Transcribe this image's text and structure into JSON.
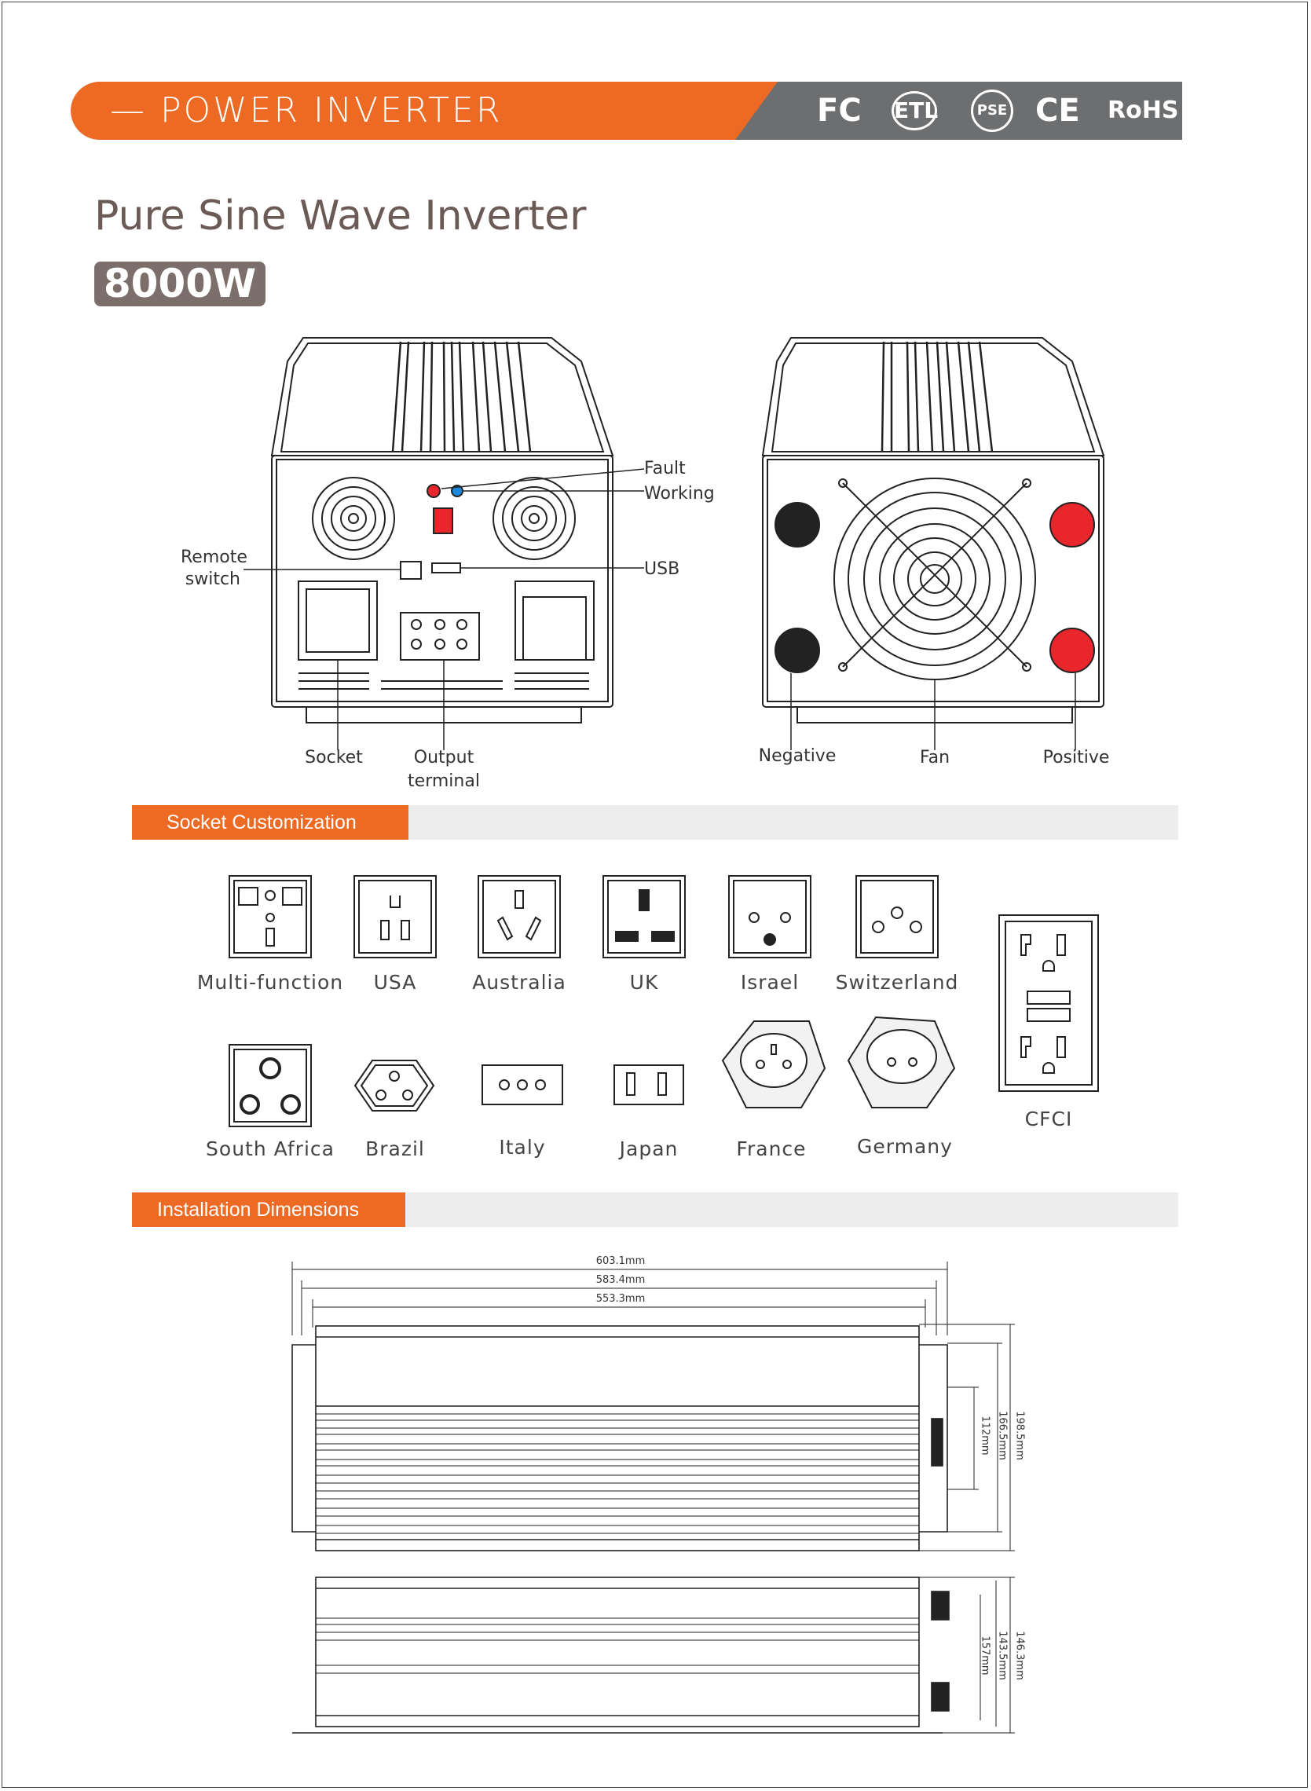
{
  "header": {
    "title": "— POWER INVERTER",
    "certs": [
      "FC",
      "ETL",
      "PSE",
      "CE",
      "RoHS"
    ]
  },
  "product": {
    "name": "Pure Sine Wave Inverter",
    "wattage": "8000W"
  },
  "front_labels": {
    "fault": "Fault",
    "working": "Working",
    "remote": "Remote",
    "switch": "switch",
    "usb": "USB",
    "socket": "Socket",
    "output": "Output",
    "terminal": "terminal"
  },
  "rear_labels": {
    "negative": "Negative",
    "fan": "Fan",
    "positive": "Positive"
  },
  "sections": {
    "sockets": "Socket Customization",
    "dimensions": "Installation Dimensions"
  },
  "sockets": [
    {
      "name": "Multi-function"
    },
    {
      "name": "USA"
    },
    {
      "name": "Australia"
    },
    {
      "name": "UK"
    },
    {
      "name": "Israel"
    },
    {
      "name": "Switzerland"
    },
    {
      "name": "South Africa"
    },
    {
      "name": "Brazil"
    },
    {
      "name": "Italy"
    },
    {
      "name": "Japan"
    },
    {
      "name": "France"
    },
    {
      "name": "Germany"
    },
    {
      "name": "CFCI"
    }
  ],
  "dimensions": {
    "top_widths": [
      "603.1mm",
      "583.4mm",
      "553.3mm"
    ],
    "top_heights": [
      "198.5mm",
      "166.5mm",
      "112mm"
    ],
    "side_heights": [
      "146.3mm",
      "143.5mm",
      "157mm"
    ]
  },
  "colors": {
    "accent": "#ec6a24",
    "gray": "#6d6e70",
    "badge": "#7c6e6a",
    "led_red": "#e8262b",
    "led_blue": "#1e88d8"
  }
}
